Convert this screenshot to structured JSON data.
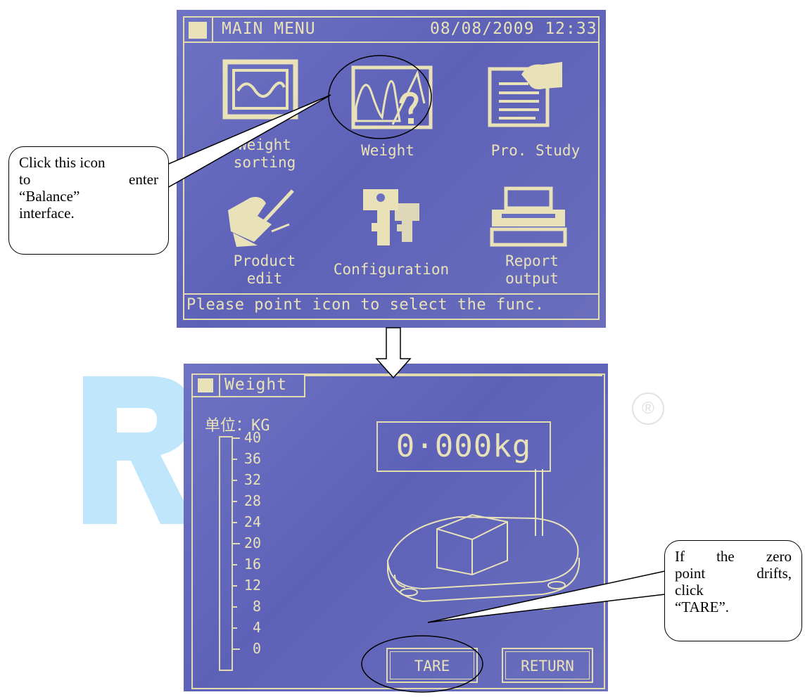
{
  "main_menu": {
    "title": "MAIN MENU",
    "datetime": "08/08/2009  12:33",
    "icons": [
      {
        "name": "weight-sorting",
        "line1": "Weight",
        "line2": "sorting"
      },
      {
        "name": "weight",
        "line1": "Weight",
        "line2": ""
      },
      {
        "name": "pro-study",
        "line1": "Pro. Study",
        "line2": ""
      },
      {
        "name": "product-edit",
        "line1": "Product",
        "line2": "edit"
      },
      {
        "name": "configuration",
        "line1": "Configuration",
        "line2": ""
      },
      {
        "name": "report-output",
        "line1": "Report",
        "line2": "output"
      }
    ],
    "status": "Please point icon to select the func."
  },
  "weight_screen": {
    "title": "Weight",
    "unit_label": "单位：KG",
    "scale_ticks": [
      "40",
      "36",
      "32",
      "28",
      "24",
      "20",
      "16",
      "12",
      "8",
      "4",
      "0"
    ],
    "readout": "0·000kg",
    "buttons": {
      "tare": "TARE",
      "return": "RETURN"
    }
  },
  "callouts": {
    "balance": {
      "line1": "Click this icon",
      "line2_a": "to",
      "line2_b": "enter",
      "line3": "“Balance”",
      "line4": "interface."
    },
    "tare": {
      "line1_a": "If",
      "line1_b": "the",
      "line1_c": "zero",
      "line2_a": "point",
      "line2_b": "drifts,",
      "line3": "click",
      "line4": "“TARE”."
    }
  },
  "watermark": {
    "registered": "®"
  },
  "colors": {
    "screen_blue": "#6a6fc0",
    "lcd_text": "#e9e2b8",
    "watermark": "#bfe6fb"
  }
}
